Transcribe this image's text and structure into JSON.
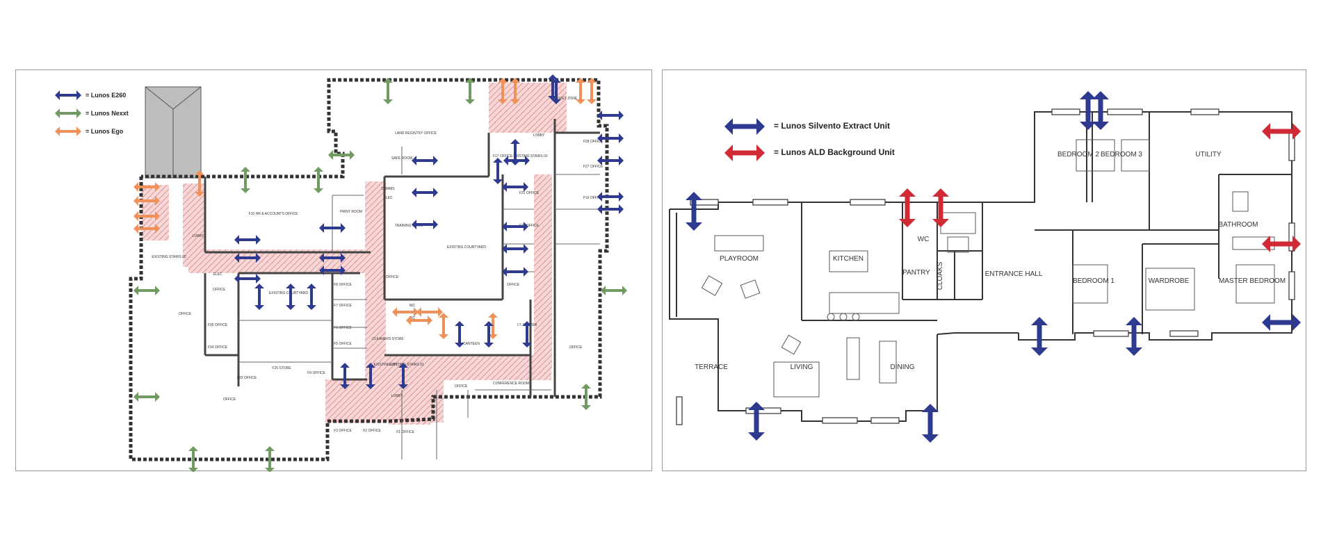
{
  "colors": {
    "e260": "#2e3a8f",
    "nexxt": "#6f9a62",
    "ego": "#f0915a",
    "silvento": "#2e3a8f",
    "ald": "#d02a36",
    "wall": "#333333",
    "hatch": "#e79a9a"
  },
  "left_plan": {
    "legend": [
      {
        "key": "e260",
        "label": "= Lunos E260"
      },
      {
        "key": "nexxt",
        "label": "= Lunos Nexxt"
      },
      {
        "key": "ego",
        "label": "= Lunos Ego"
      }
    ],
    "rooms": {
      "land_registry": "LAND REGISTRY OFFICE",
      "quiet_zone": "QUIET ZONE",
      "safe_room": "SAFE ROOM",
      "f10": "F10 HR & ACCOUNTS OFFICE",
      "print_room": "PRINT ROOM",
      "comms": "COMMS",
      "elec": "ELEC",
      "training": "TRAINING ROOM",
      "courtyard_right": "EXISTING COURTYARD",
      "courtyard_mid": "EXISTING COURTYARD",
      "existing_stairs_left": "EXISTING STAIRS 02",
      "existing_stairs_top": "EXISTING STAIRS 03",
      "existing_stairs_mid": "EXISTING STAIRS 01",
      "existing_lift": "EXISTING LIFT",
      "lobby_left": "LOBBY",
      "lobby_top": "LOBBY",
      "lobby_bottom": "LOBBY",
      "office_left_big": "OFFICE",
      "office_bottom": "OFFICE",
      "office_right": "OFFICE",
      "office_small_1": "OFFICE",
      "office_small_2": "OFFICE",
      "office_small_3": "OFFICE",
      "f35": "F35 OFFICE",
      "f34": "F34 OFFICE",
      "f33": "F33 OFFICE",
      "f25": "F25 STORE",
      "f9": "F9 OFFICE",
      "f8": "F8 OFFICE",
      "f7": "F7 OFFICE",
      "f6": "F6 OFFICE",
      "f5": "F5 OFFICE",
      "f17": "F17 OFFICE",
      "f21": "F21 OFFICE",
      "f26": "F26 OFFICE",
      "f28": "F28 OFFICE",
      "f27": "F27 OFFICE",
      "f16": "F16 OFFICE",
      "wc1": "WC",
      "wc2": "WC",
      "cleaners": "CLEANERS STORE",
      "canteen": "CANTEEN",
      "it_server": "I.T. SERVER",
      "conference": "CONFERENCE ROOM",
      "office_conf": "OFFICE",
      "f3": "F3 OFFICE",
      "f2": "F2 OFFICE",
      "f1": "F1 OFFICE",
      "elec2": "ELEC"
    }
  },
  "right_plan": {
    "legend": [
      {
        "key": "silvento",
        "label": "= Lunos Silvento Extract Unit"
      },
      {
        "key": "ald",
        "label": "= Lunos ALD Background Unit"
      }
    ],
    "rooms": {
      "bedroom2": "BEDROOM 2",
      "bedroom3": "BEDROOM 3",
      "utility": "UTILITY",
      "bathroom": "BATHROOM",
      "bedroom1": "BEDROOM 1",
      "wardrobe": "WARDROBE",
      "master": "MASTER BEDROOM",
      "entrance": "ENTRANCE HALL",
      "playroom": "PLAYROOM",
      "kitchen": "KITCHEN",
      "wc": "WC",
      "pantry": "PANTRY",
      "cloaks": "CLOAKS",
      "terrace": "TERRACE",
      "living": "LIVING",
      "dining": "DINING"
    }
  }
}
